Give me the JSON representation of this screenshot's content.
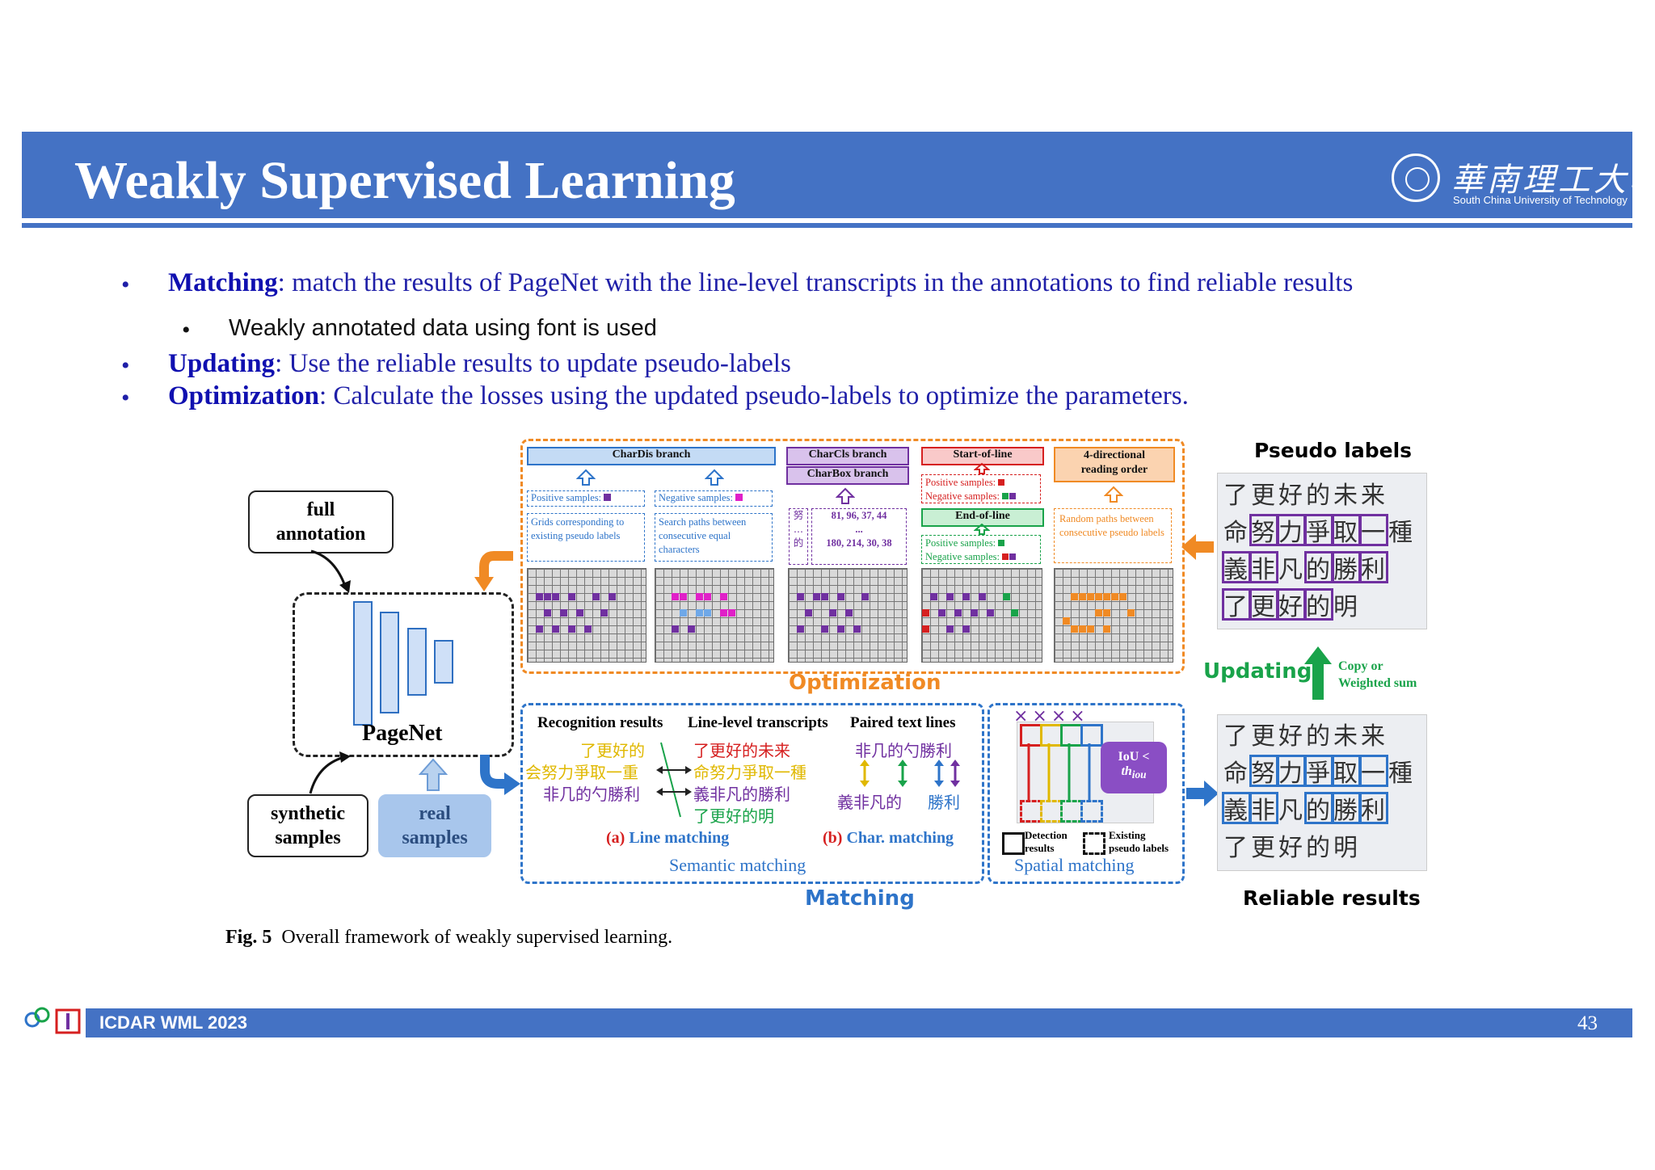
{
  "slide": {
    "title": "Weakly Supervised Learning",
    "logo_cn": "華南理工大學",
    "logo_en": "South China University of Technology",
    "page_number": "43",
    "footer_text": "ICDAR WML 2023"
  },
  "bullets": [
    {
      "term": "Matching",
      "text": ": match the results of PageNet with the line-level transcripts in the annotations to find reliable results"
    },
    {
      "term": "Updating",
      "text": ": Use the reliable results to update pseudo-labels"
    },
    {
      "term": "Optimization",
      "text": ": Calculate the losses using the updated pseudo-labels to optimize the parameters."
    }
  ],
  "sub_bullet": "Weakly annotated data using font is used",
  "figure": {
    "caption_label": "Fig. 5",
    "caption_text": "Overall framework of weakly supervised learning.",
    "left": {
      "full_annotation": "full\nannotation",
      "pagenet": "PageNet",
      "synthetic": "synthetic\nsamples",
      "real": "real\nsamples"
    },
    "optimization": {
      "label": "Optimization",
      "chardis": "CharDis branch",
      "charcls": "CharCls branch",
      "charbox": "CharBox branch",
      "sol": "Start-of-line",
      "eol": "End-of-line",
      "reading": "4-directional\nreading order",
      "pos_samples": "Positive samples:",
      "neg_samples": "Negative samples:",
      "grids_text": "Grids corresponding to existing pseudo labels",
      "search_text": "Search paths between consecutive equal characters",
      "box_nums_1": "81, 96, 37, 44",
      "box_nums_dots": "...",
      "box_nums_2": "180, 214, 30, 38",
      "box_char_1": "努",
      "box_char_2": "的",
      "random_paths": "Random paths between consecutive pseudo labels"
    },
    "matching": {
      "label": "Matching",
      "semantic": "Semantic matching",
      "spatial": "Spatial matching",
      "recog_header": "Recognition results",
      "line_header": "Line-level transcripts",
      "paired_header": "Paired text lines",
      "recog_lines": [
        "了更好的",
        "会努力爭取一重",
        "非几的勺勝利"
      ],
      "trans_lines": [
        "了更好的未来",
        "命努力爭取一種",
        "義非凡的勝利",
        "了更好的明"
      ],
      "paired_top": "非几的勺勝利",
      "paired_bottom_a": "義非凡的",
      "paired_bottom_b": "勝利",
      "line_matching_label": "(a)",
      "line_matching": "Line matching",
      "char_matching_label": "(b)",
      "char_matching": "Char. matching",
      "iou": "IoU <",
      "th_iou": "th",
      "th_sub": "iou",
      "legend_det": "Detection\nresults",
      "legend_exist": "Existing\npseudo labels"
    },
    "right": {
      "pseudo_labels": "Pseudo labels",
      "updating": "Updating",
      "copy_weighted": "Copy or\nWeighted sum",
      "reliable_results": "Reliable results",
      "hw_rows": [
        "了更好的未来",
        "命努力爭取一種",
        "義非凡的勝利",
        "了更好的明"
      ]
    }
  },
  "colors": {
    "header": "#4472c4",
    "bullet_text": "#1f1fa8",
    "orange": "#f08a24",
    "blue": "#2e74c9",
    "green": "#19a34a",
    "purple": "#7030a0"
  }
}
